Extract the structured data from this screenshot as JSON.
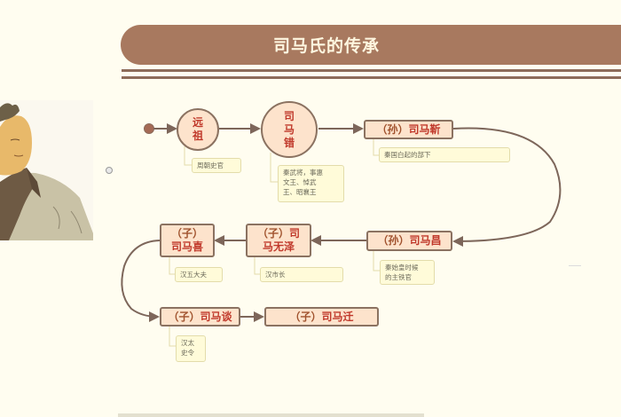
{
  "slide": {
    "title": "司马氏的传承",
    "colors": {
      "background": "#fffdf0",
      "title_bar": "#a8795f",
      "title_text": "#fff7e0",
      "node_fill": "#fde3cc",
      "node_border": "#8b7261",
      "node_text": "#c0392b",
      "note_fill": "#fffbd9",
      "connector": "#7d665a"
    }
  },
  "portrait": {
    "description": "Portrait painting of Sima Qian in ancient robes"
  },
  "chart_data": {
    "type": "flowchart",
    "title": "司马氏的传承",
    "nodes": [
      {
        "id": "yuanzu",
        "shape": "circle",
        "label": "远祖",
        "note": "周朝史官"
      },
      {
        "id": "simacuo",
        "shape": "circle",
        "label": "司马错",
        "note": "秦武将，事惠文王、悼武王、昭襄王"
      },
      {
        "id": "simajin",
        "shape": "rect",
        "relation": "（孙）",
        "name": "司马靳",
        "note": "秦国白起的部下"
      },
      {
        "id": "simachang",
        "shape": "rect",
        "relation": "（孙）",
        "name": "司马昌",
        "note": "秦始皇时候的主铁官"
      },
      {
        "id": "simawuze",
        "shape": "rect",
        "relation": "（子）",
        "name": "司马无泽",
        "note": "汉市长"
      },
      {
        "id": "simaxi",
        "shape": "rect",
        "relation": "（子）",
        "name": "司马喜",
        "note": "汉五大夫"
      },
      {
        "id": "simatan",
        "shape": "rect",
        "relation": "（子）",
        "name": "司马谈",
        "note": "汉太史令"
      },
      {
        "id": "simaqian",
        "shape": "rect",
        "relation": "（子）",
        "name": "司马迁",
        "note": ""
      }
    ],
    "edges": [
      [
        "start",
        "yuanzu"
      ],
      [
        "yuanzu",
        "simacuo"
      ],
      [
        "simacuo",
        "simajin"
      ],
      [
        "simajin",
        "simachang"
      ],
      [
        "simachang",
        "simawuze"
      ],
      [
        "simawuze",
        "simaxi"
      ],
      [
        "simaxi",
        "simatan"
      ],
      [
        "simatan",
        "simaqian"
      ]
    ]
  },
  "nodes": {
    "yuanzu": {
      "line1": "远",
      "line2": "祖",
      "note": "周朝史官"
    },
    "simacuo": {
      "line1": "司",
      "line2": "马",
      "line3": "错",
      "note_l1": "秦武将，事惠",
      "note_l2": "文王、悼武",
      "note_l3": "王、昭襄王"
    },
    "simajin": {
      "relation": "（孙）",
      "name": "司马靳",
      "note": "秦国白起的部下"
    },
    "simachang": {
      "relation": "（孙）",
      "name": "司马昌",
      "note_l1": "秦始皇时候",
      "note_l2": "的主铁官"
    },
    "simawuze": {
      "line1_rel": "（子）",
      "line1_name": "司",
      "line2": "马无泽",
      "note": "汉市长"
    },
    "simaxi": {
      "relation": "（子）",
      "name": "司马喜",
      "note": "汉五大夫"
    },
    "simatan": {
      "relation": "（子）",
      "name": "司马谈",
      "note_l1": "汉太",
      "note_l2": "史令"
    },
    "simaqian": {
      "relation": "（子）",
      "name": "司马迁"
    }
  }
}
